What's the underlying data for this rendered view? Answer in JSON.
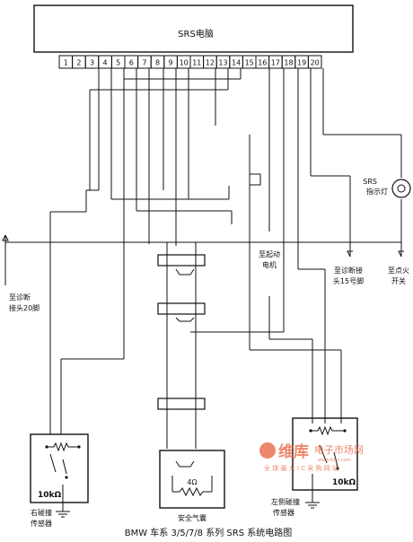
{
  "ecu": {
    "title": "SRS电脑",
    "pins": [
      "1",
      "2",
      "3",
      "4",
      "5",
      "6",
      "7",
      "8",
      "9",
      "10",
      "11",
      "12",
      "13",
      "14",
      "15",
      "16",
      "17",
      "18",
      "19",
      "20"
    ]
  },
  "labels": {
    "srs_lamp_line1": "SRS",
    "srs_lamp_line2": "指示灯",
    "starter_line1": "至起动",
    "starter_line2": "电机",
    "diag15_line1": "至诊断接",
    "diag15_line2": "头15号脚",
    "ignition_line1": "至点火",
    "ignition_line2": "开关",
    "diag20_line1": "至诊断",
    "diag20_line2": "接头20脚",
    "right_sensor_res": "10kΩ",
    "right_sensor_line1": "右碰撞",
    "right_sensor_line2": "传感器",
    "left_sensor_res": "10kΩ",
    "left_sensor_line1": "左侧碰撞",
    "left_sensor_line2": "传感器",
    "airbag_res": "4Ω",
    "airbag_name": "安全气囊"
  },
  "caption": "BMW 车系 3/5/7/8 系列 SRS 系统电路图",
  "watermark": {
    "brand": "维库",
    "line1": "电子市场网",
    "line2": "全 球 最 大 I C 采 购 网 站",
    "url": "www.dzsc.com",
    "color": "#e8603c"
  }
}
